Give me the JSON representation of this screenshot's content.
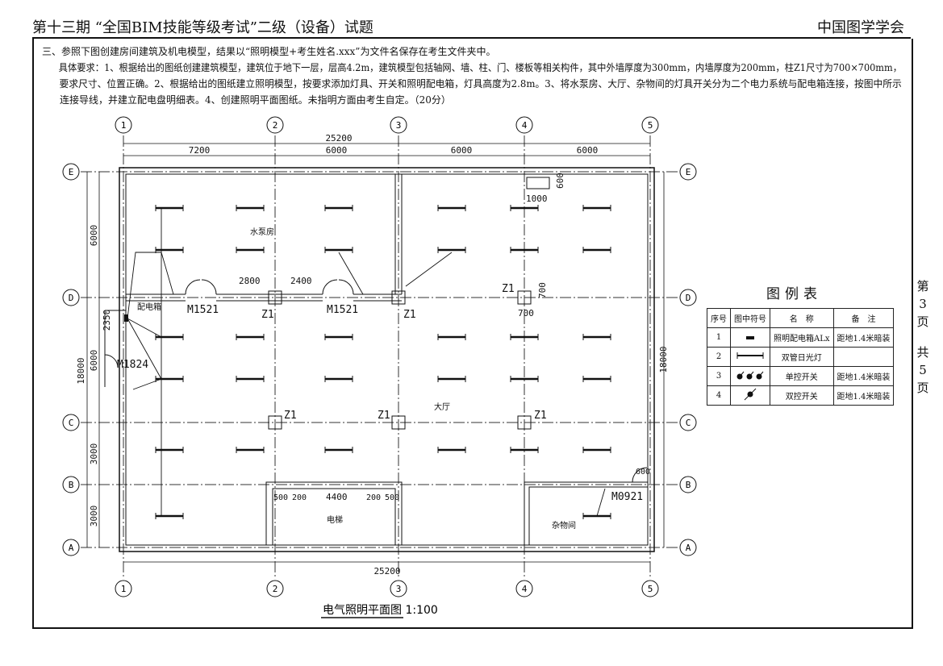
{
  "header": {
    "title": "第十三期 “全国BIM技能等级考试”二级（设备）试题",
    "org": "中国图学学会"
  },
  "question": {
    "line1": "三、参照下图创建房间建筑及机电模型，结果以“照明模型+考生姓名.xxx”为文件名保存在考生文件夹中。",
    "line2": "具体要求：1、根据给出的图纸创建建筑模型，建筑位于地下一层，层高4.2m，建筑模型包括轴网、墙、柱、门、楼板等相关构件，其中外墙厚度为300mm，内墙厚度为200mm，柱Z1尺寸为700×700mm，",
    "line3": "要求尺寸、位置正确。2、根据给出的图纸建立照明模型，按要求添加灯具、开关和照明配电箱，灯具高度为2.8m。3、将水泵房、大厅、杂物间的灯具开关分为二个电力系统与配电箱连接，按图中所示",
    "line4": "连接导线，并建立配电盘明细表。4、创建照明平面图纸。未指明方面由考生自定。（20分）"
  },
  "page": {
    "label_di": "第",
    "current": "3",
    "label_ye": "页",
    "label_gong": "共",
    "total": "5",
    "label_ye2": "页"
  },
  "plan": {
    "title": "电气照明平面图 1:100",
    "axes_x": [
      "1",
      "2",
      "3",
      "4",
      "5"
    ],
    "axes_y": [
      "E",
      "D",
      "C",
      "B",
      "A"
    ],
    "dims_top_total": "25200",
    "dims_top": [
      "7200",
      "6000",
      "6000",
      "6000"
    ],
    "dims_bottom_total": "25200",
    "dims_left_total": "18000",
    "dims_left": [
      "6000",
      "6000",
      "3000",
      "3000"
    ],
    "dims_left_extra": "2350",
    "dims_right_total": "18000",
    "rooms": {
      "pump": "水泵房",
      "hall": "大厅",
      "elevator": "电梯",
      "storage": "杂物间",
      "panel": "配电箱"
    },
    "doors": {
      "d1": "M1521",
      "d2": "M1521",
      "d3": "M1824",
      "d4": "M0921"
    },
    "columns": "Z1",
    "dim_notes": {
      "a": "2800",
      "b": "2400",
      "c": "700",
      "d": "700",
      "e": "1000",
      "f": "600",
      "g": "500",
      "h": "200",
      "i": "4400",
      "j": "200",
      "k": "500",
      "l": "600"
    }
  },
  "legend": {
    "title": "图例表",
    "headers": [
      "序号",
      "图中符号",
      "名　称",
      "备　注"
    ],
    "rows": [
      {
        "no": "1",
        "symbol": "panel-box",
        "name": "照明配电箱ALx",
        "note": "距地1.4米暗装"
      },
      {
        "no": "2",
        "symbol": "double-tube-fluorescent",
        "name": "双管日光灯",
        "note": ""
      },
      {
        "no": "3",
        "symbol": "single-switch",
        "name": "单控开关",
        "note": "距地1.4米暗装"
      },
      {
        "no": "4",
        "symbol": "double-switch",
        "name": "双控开关",
        "note": "距地1.4米暗装"
      }
    ]
  }
}
